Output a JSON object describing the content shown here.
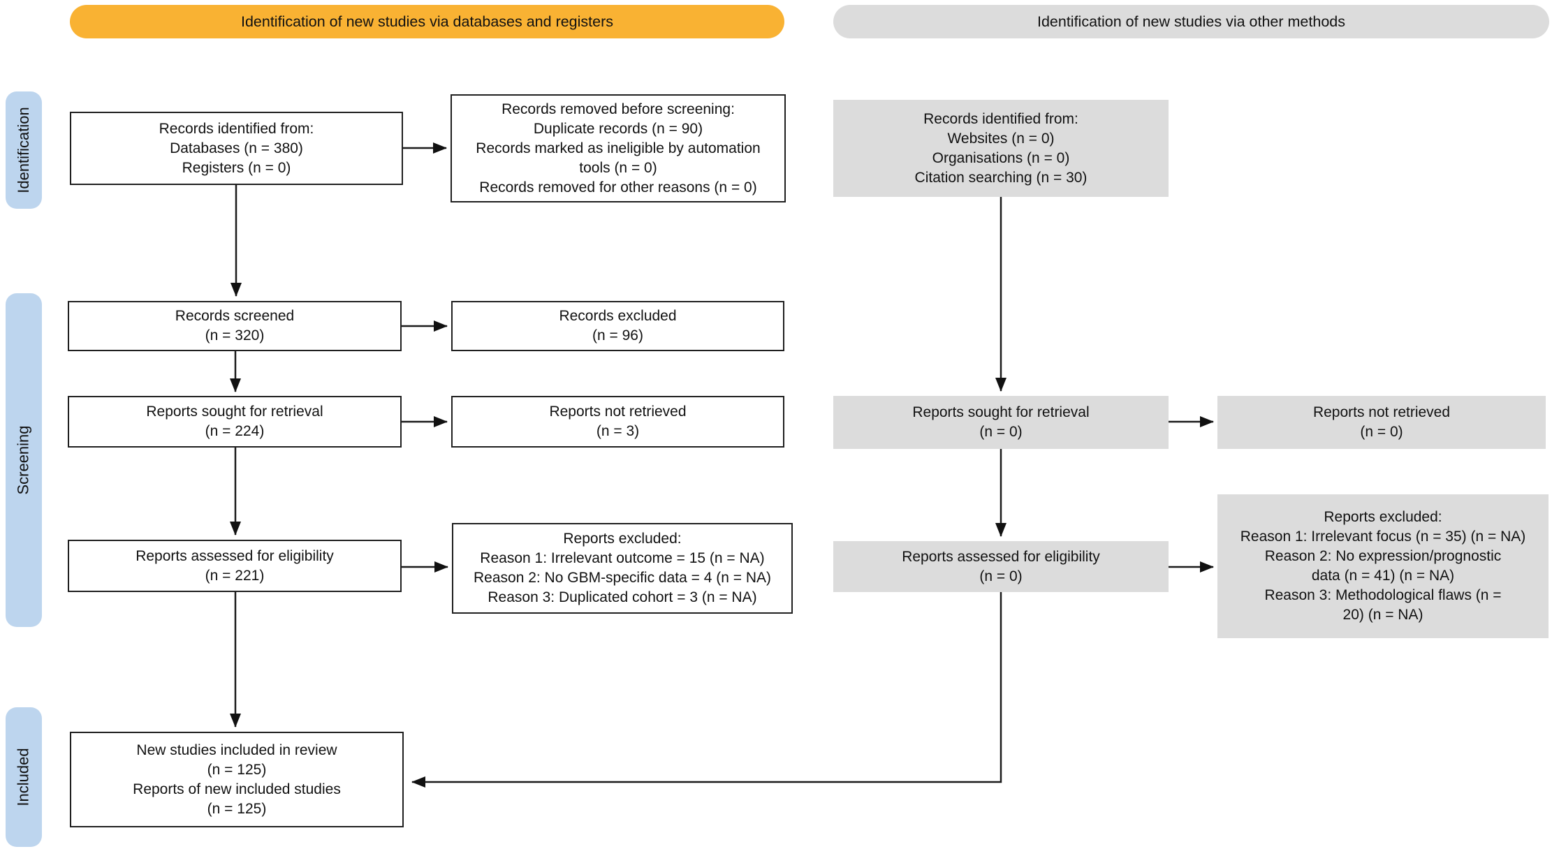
{
  "colors": {
    "banner_databases": "#F9B233",
    "banner_other": "#DCDCDC",
    "stage_tab": "#BDD5EE",
    "gray_box": "#DCDCDC",
    "line": "#1A1A1A"
  },
  "banners": {
    "databases_label": "Identification of new studies via databases and registers",
    "other_label": "Identification of new studies via other methods"
  },
  "stages": {
    "identification": "Identification",
    "screening": "Screening",
    "included": "Included"
  },
  "database_flow": {
    "records_identified": [
      "Records identified from:",
      "Databases (n = 380)",
      "Registers (n = 0)"
    ],
    "records_removed": [
      "Records removed before screening:",
      "Duplicate records (n = 90)",
      "Records marked as ineligible by automation",
      "tools (n = 0)",
      "Records removed for other reasons (n = 0)"
    ],
    "records_screened": [
      "Records screened",
      "(n = 320)"
    ],
    "records_excluded": [
      "Records excluded",
      "(n = 96)"
    ],
    "reports_sought": [
      "Reports sought for retrieval",
      "(n = 224)"
    ],
    "reports_not_retrieved": [
      "Reports not retrieved",
      "(n = 3)"
    ],
    "reports_assessed": [
      "Reports assessed for eligibility",
      "(n = 221)"
    ],
    "reports_excluded": [
      "Reports excluded:",
      "Reason 1: Irrelevant outcome = 15 (n = NA)",
      "Reason 2: No GBM-specific data = 4 (n = NA)",
      "Reason 3: Duplicated cohort = 3 (n = NA)"
    ],
    "included": [
      "New studies included in review",
      "(n = 125)",
      "Reports of new included studies",
      "(n = 125)"
    ]
  },
  "other_methods_flow": {
    "records_identified": [
      "Records identified from:",
      "Websites (n = 0)",
      "Organisations (n = 0)",
      "Citation searching (n = 30)"
    ],
    "reports_sought": [
      "Reports sought for retrieval",
      "(n = 0)"
    ],
    "reports_not_retrieved": [
      "Reports not retrieved",
      "(n = 0)"
    ],
    "reports_assessed": [
      "Reports assessed for eligibility",
      "(n = 0)"
    ],
    "reports_excluded": [
      "Reports excluded:",
      "Reason 1: Irrelevant focus (n = 35) (n = NA)",
      "Reason 2: No expression/prognostic",
      "data (n = 41) (n = NA)",
      "Reason 3: Methodological flaws (n =",
      "20) (n = NA)"
    ]
  }
}
